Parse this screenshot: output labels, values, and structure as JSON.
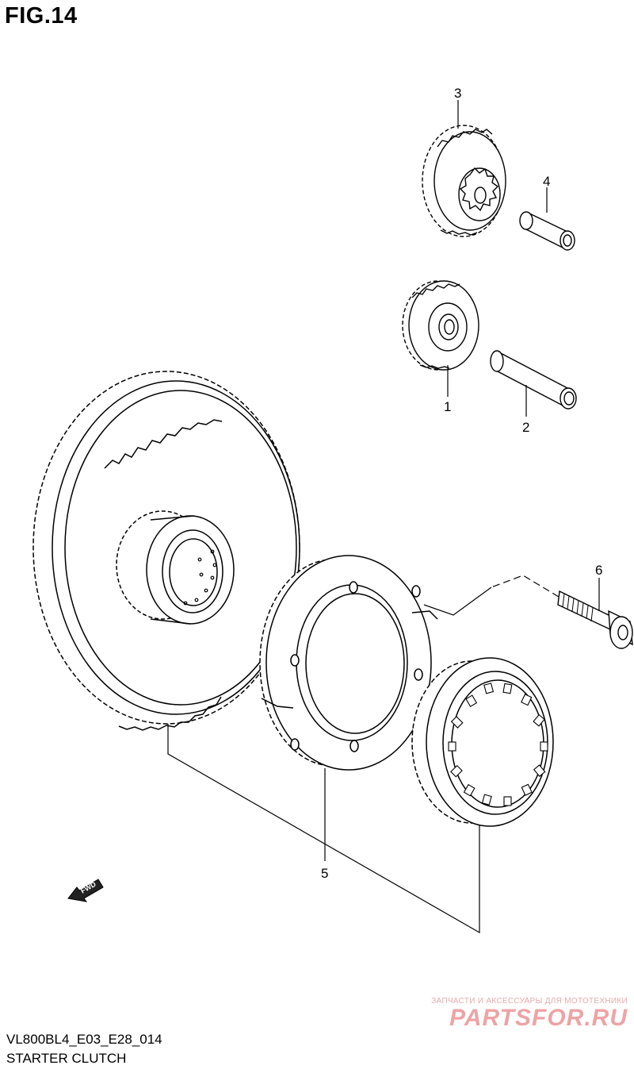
{
  "figure": {
    "title": "FIG.14"
  },
  "callouts": [
    {
      "id": "1",
      "label": "1"
    },
    {
      "id": "2",
      "label": "2"
    },
    {
      "id": "3",
      "label": "3"
    },
    {
      "id": "4",
      "label": "4"
    },
    {
      "id": "5",
      "label": "5"
    },
    {
      "id": "6",
      "label": "6"
    }
  ],
  "fwd_badge": {
    "label": "FWD",
    "icon": "fwd-arrow-icon"
  },
  "footer": {
    "model_code": "VL800BL4_E03_E28_014",
    "section_name": "STARTER CLUTCH"
  },
  "watermark": {
    "tagline": "ЗАПЧАСТИ И АКСЕССУАРЫ ДЛЯ МОТОТЕХНИКИ",
    "brand": "PARTSFOR.RU"
  }
}
